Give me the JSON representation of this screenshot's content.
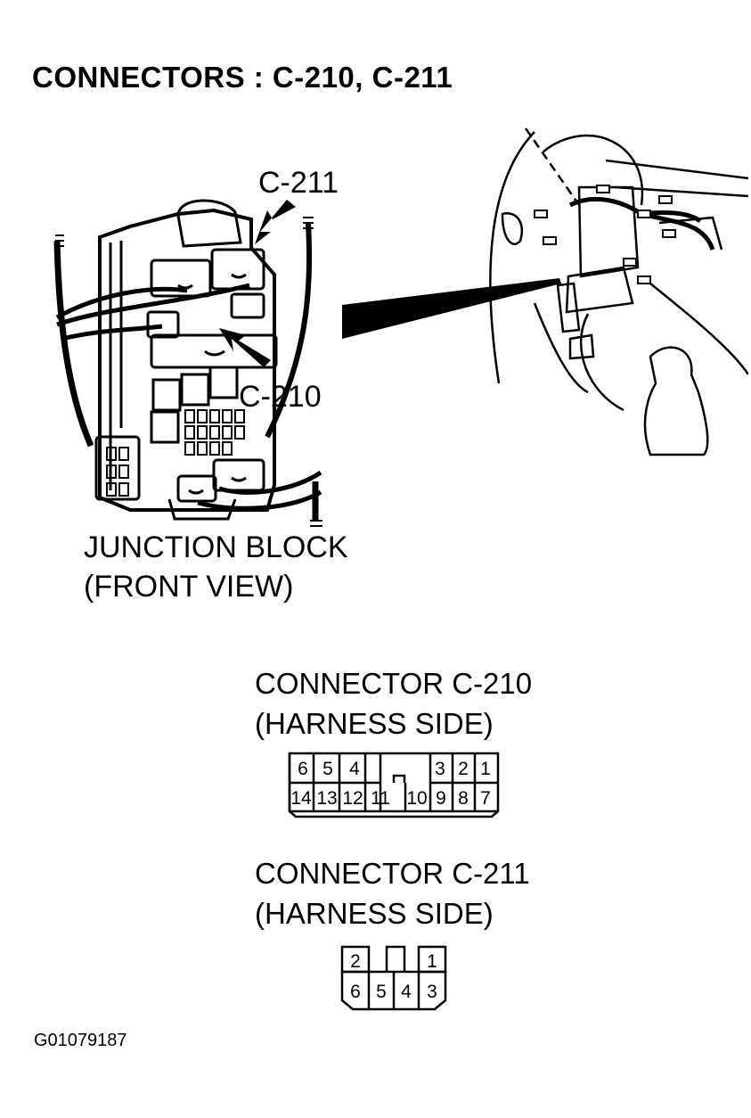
{
  "title": "CONNECTORS : C-210, C-211",
  "callouts": {
    "c211": "C-211",
    "c210": "C-210"
  },
  "junction_block": {
    "line1": "JUNCTION BLOCK",
    "line2": "(FRONT VIEW)"
  },
  "connector_c210": {
    "title": "CONNECTOR C-210",
    "subtitle": "(HARNESS SIDE)",
    "top_pins": [
      "6",
      "5",
      "4",
      "3",
      "2",
      "1"
    ],
    "bottom_pins": [
      "14",
      "13",
      "12",
      "11",
      "10",
      "9",
      "8",
      "7"
    ]
  },
  "connector_c211": {
    "title": "CONNECTOR C-211",
    "subtitle": "(HARNESS SIDE)",
    "top_pins": [
      "2",
      "1"
    ],
    "bottom_pins": [
      "6",
      "5",
      "4",
      "3"
    ]
  },
  "figure_id": "G01079187"
}
